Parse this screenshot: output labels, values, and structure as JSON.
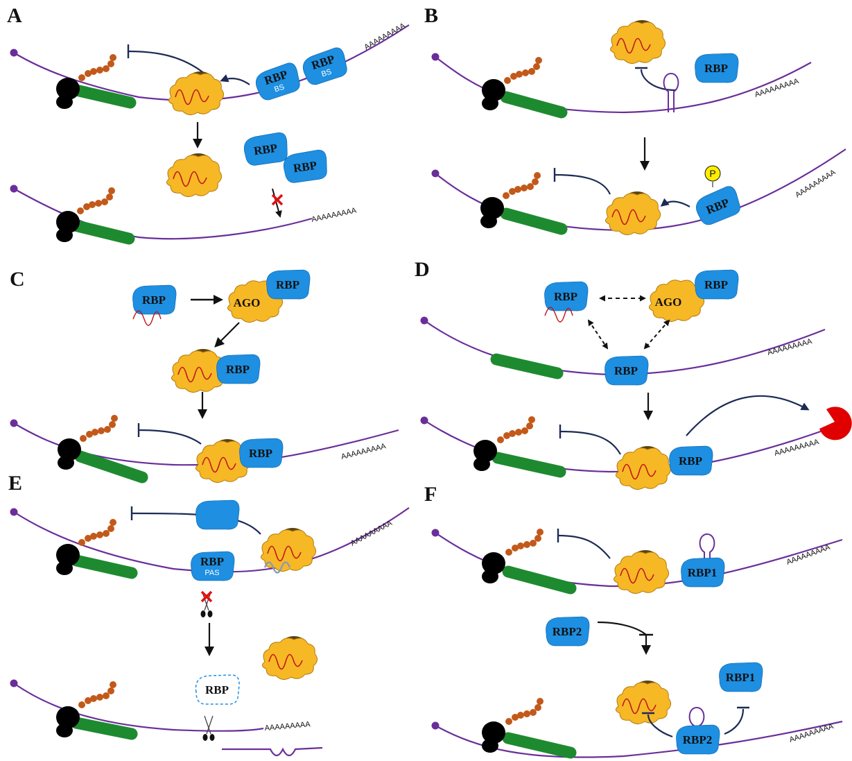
{
  "panels": [
    "A",
    "B",
    "C",
    "D",
    "E",
    "F"
  ],
  "labels": {
    "rbp": "RBP",
    "ago": "AGO",
    "rbp1": "RBP1",
    "rbp2": "RBP2",
    "bs": "BS",
    "pas": "PAS",
    "phospho": "P",
    "polyA": "AAAAAAAAA"
  },
  "colors": {
    "mrna": "#6a2e9a",
    "rbp": "#1e8fe1",
    "cds": "#1e8a30",
    "ribosome": "#000000",
    "peptide": "#c2591a",
    "mirisc": "#f7b826",
    "mirisc_cap": "#5c4410",
    "mirna": "#c0161a",
    "inhibit": "#1c2a55",
    "block": "#e01010",
    "phospho": "#ffee00",
    "degrader": "#e00000",
    "cleaved_site": "#8a9bb5"
  },
  "icons": [
    "ribosome-icon",
    "nascent-peptide-icon",
    "mirisc-icon",
    "rbp-blob-icon",
    "scissors-icon",
    "blocked-x-icon",
    "inhibition-arrow-icon",
    "exonuclease-icon",
    "phosphate-icon"
  ]
}
